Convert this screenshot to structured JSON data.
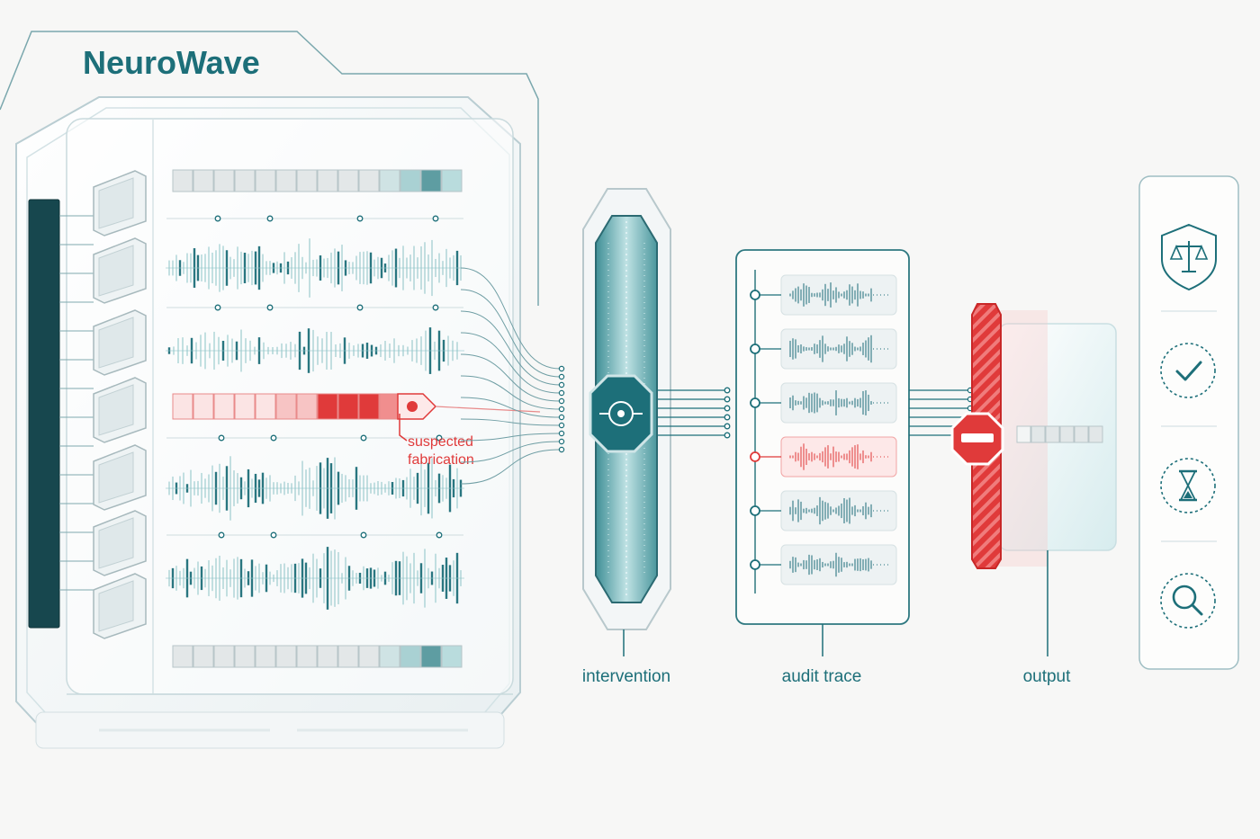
{
  "brand": {
    "name": "NeuroWave"
  },
  "colors": {
    "teal": "#1d6f79",
    "teal_light": "#8fc5c8",
    "alert_red": "#e03a3a",
    "panel_line": "#a9c6cc"
  },
  "annotation": {
    "line1": "suspected",
    "line2": "fabrication"
  },
  "stages": {
    "intervention": "intervention",
    "audit": "audit trace",
    "output": "output"
  },
  "audit_trace": {
    "entries": [
      {
        "status": "normal"
      },
      {
        "status": "normal"
      },
      {
        "status": "normal"
      },
      {
        "status": "flagged"
      },
      {
        "status": "normal"
      },
      {
        "status": "normal"
      }
    ]
  },
  "sidebar": {
    "icons": [
      "shield-scales-icon",
      "check-icon",
      "hourglass-icon",
      "search-icon"
    ]
  }
}
